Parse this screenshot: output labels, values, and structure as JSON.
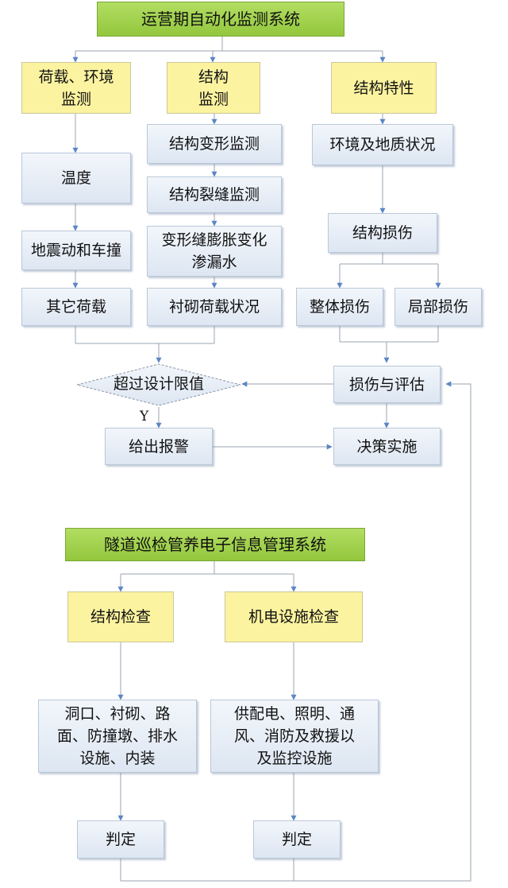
{
  "monitoring": {
    "title": "运营期自动化监测系统",
    "load_header": "荷载、环境\n监测",
    "structure_header": "结构\n监测",
    "property_header": "结构特性",
    "temperature": "温度",
    "earthquake": "地震动和车撞",
    "other_load": "其它荷载",
    "deformation": "结构变形监测",
    "crack": "结构裂缝监测",
    "joint": "变形缝膨胀变化\n渗漏水",
    "lining": "衬砌荷载状况",
    "environment": "环境及地质状况",
    "damage": "结构损伤",
    "overall_damage": "整体损伤",
    "local_damage": "局部损伤",
    "limit": "超过设计限值",
    "assessment": "损伤与评估",
    "yes_label": "Y",
    "alarm": "给出报警",
    "decision": "决策实施"
  },
  "inspection": {
    "title": "隧道巡检管养电子信息管理系统",
    "structure_check": "结构检查",
    "mep_check": "机电设施检查",
    "structure_items": "洞口、衬砌、路\n面、防撞墩、排水\n设施、内装",
    "mep_items": "供配电、照明、通\n风、消防及救援以\n及监控设施",
    "judge_left": "判定",
    "judge_right": "判定"
  },
  "colors": {
    "title_green": "#9acd4a",
    "header_yellow": "#fcf3a0",
    "node_blue": "#e6edf6",
    "line_gray": "#9aa4b0",
    "arrow_blue": "#5b86c5"
  }
}
